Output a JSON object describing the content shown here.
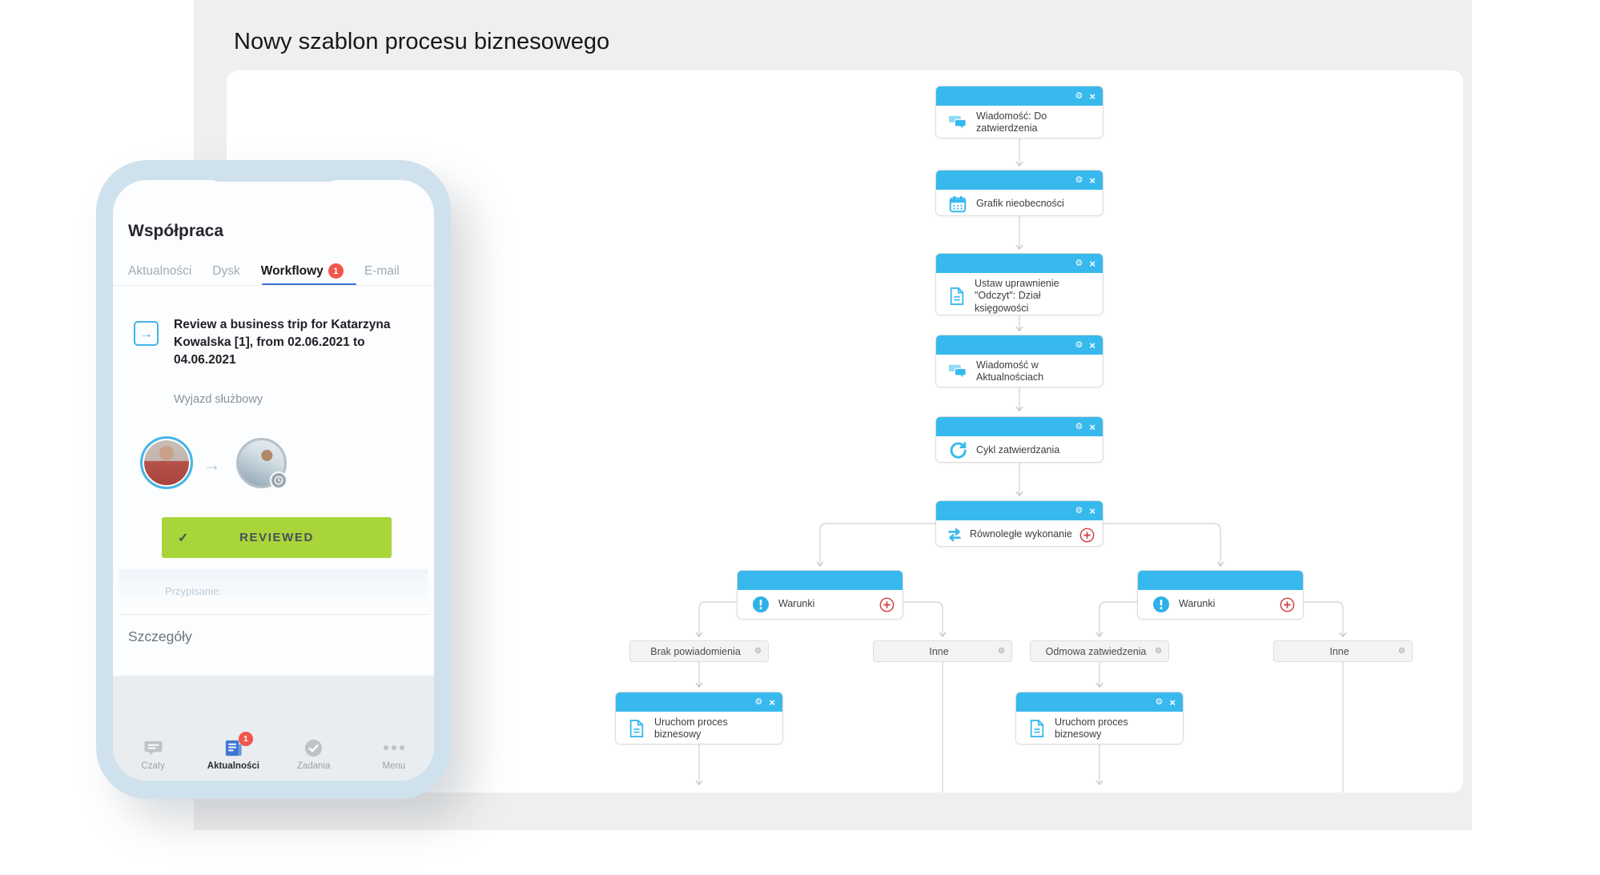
{
  "page": {
    "title": "Nowy szablon procesu biznesowego"
  },
  "phone": {
    "screen_title": "Współpraca",
    "tabs": [
      {
        "label": "Aktualności",
        "active": false
      },
      {
        "label": "Dysk",
        "active": false
      },
      {
        "label": "Workflowy",
        "active": true,
        "badge": "1"
      },
      {
        "label": "E-mail",
        "active": false
      }
    ],
    "task_card": {
      "title": "Review a business trip for Katarzyna Kowalska [1], from 02.06.2021 to 04.06.2021",
      "category": "Wyjazd służbowy",
      "status_button": "REVIEWED",
      "assignment_label": "Przypisanie:",
      "details_link": "Szczegóły"
    },
    "bottom_nav": [
      {
        "label": "Czaty",
        "icon": "chat-icon",
        "active": false
      },
      {
        "label": "Aktualności",
        "icon": "news-icon",
        "active": true,
        "badge": "1"
      },
      {
        "label": "Zadania",
        "icon": "tasks-icon",
        "active": false
      },
      {
        "label": "Menu",
        "icon": "menu-dots-icon",
        "active": false
      }
    ]
  },
  "workflow": {
    "chain": [
      {
        "label": "Wiadomość: Do zatwierdzenia",
        "icon": "chat-icon"
      },
      {
        "label": "Grafik nieobecności",
        "icon": "calendar-icon"
      },
      {
        "label": "Ustaw uprawnienie \"Odczyt\": Dział księgowości",
        "icon": "document-icon"
      },
      {
        "label": "Wiadomość w Aktualnościach",
        "icon": "chat-icon"
      },
      {
        "label": "Cykl zatwierdzania",
        "icon": "refresh-icon"
      },
      {
        "label": "Równoległe wykonanie",
        "icon": "parallel-icon"
      }
    ],
    "condition_blocks": [
      {
        "label": "Warunki",
        "icon": "warning-icon"
      },
      {
        "label": "Warunki",
        "icon": "warning-icon"
      }
    ],
    "condition_branches": [
      {
        "label": "Brak powiadomienia"
      },
      {
        "label": "Inne"
      },
      {
        "label": "Odmowa zatwiedzenia"
      },
      {
        "label": "Inne"
      }
    ],
    "leaf_nodes": [
      {
        "label": "Uruchom proces biznesowy",
        "icon": "document-icon"
      },
      {
        "label": "Uruchom proces biznesowy",
        "icon": "document-icon"
      }
    ]
  },
  "icons": {
    "gear": "⚙",
    "close": "×",
    "check": "✓",
    "arrow_right": "→"
  },
  "colors": {
    "node_header_blue": "#38b9ee",
    "badge_red": "#f1564a",
    "button_green": "#a8d539",
    "tab_underline_blue": "#3a6fd8",
    "connector_gray": "#d0d0d0",
    "add_icon_red": "#d23b3b",
    "phone_frame_blue": "#cfe1ed"
  }
}
